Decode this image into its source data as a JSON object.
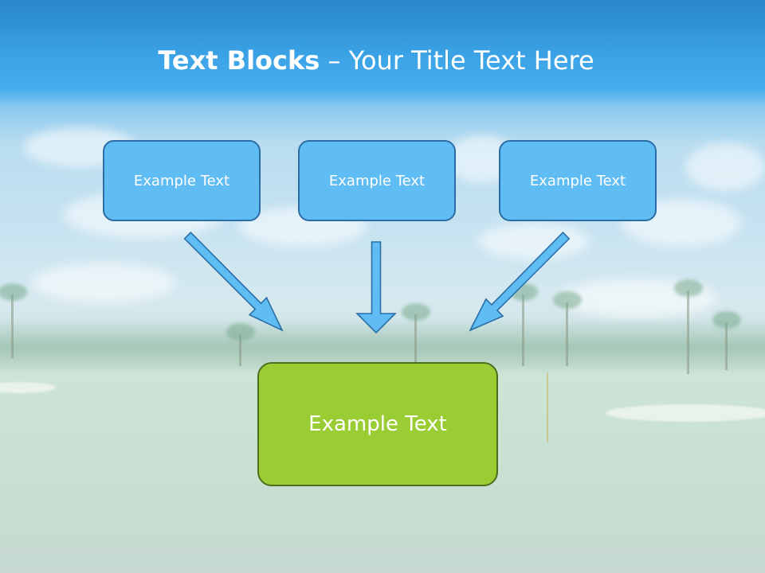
{
  "title": {
    "bold": "Text Blocks",
    "separator": " – ",
    "rest": "Your Title Text Here"
  },
  "top_boxes": [
    {
      "label": "Example Text"
    },
    {
      "label": "Example Text"
    },
    {
      "label": "Example Text"
    }
  ],
  "bottom_box": {
    "label": "Example Text"
  },
  "colors": {
    "top_box_fill": "#5fbdf4",
    "top_box_border": "#2b6ea6",
    "bottom_box_fill": "#9acc34",
    "bottom_box_border": "#4e6e1e",
    "arrow_fill": "#5fbdf4",
    "arrow_stroke": "#2b6ea6",
    "title_text": "#ffffff"
  }
}
